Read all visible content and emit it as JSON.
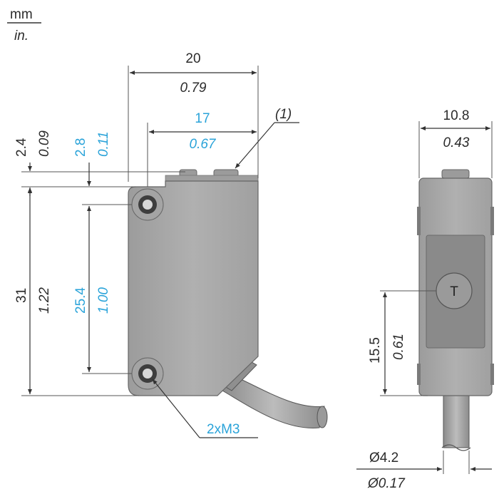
{
  "units": {
    "metric": "mm",
    "imperial": "in."
  },
  "front_view": {
    "width_mm": "20",
    "width_in": "0.79",
    "hole_spacing_mm": "17",
    "hole_spacing_in": "0.67",
    "top_offset_mm": "2.4",
    "top_offset_in": "0.09",
    "hole_offset_mm": "2.8",
    "hole_offset_in": "0.11",
    "height_mm": "31",
    "height_in": "1.22",
    "hole_pitch_mm": "25.4",
    "hole_pitch_in": "1.00",
    "note_marker": "(1)",
    "screw_label": "2xM3"
  },
  "side_view": {
    "width_mm": "10.8",
    "width_in": "0.43",
    "lens_height_mm": "15.5",
    "lens_height_in": "0.61",
    "lens_label": "T",
    "cable_dia_mm": "Ø4.2",
    "cable_dia_in": "Ø0.17"
  },
  "colors": {
    "metric_text": "#2b2b2b",
    "accent_blue": "#2aa3d9",
    "housing": "#a7a7a7"
  }
}
